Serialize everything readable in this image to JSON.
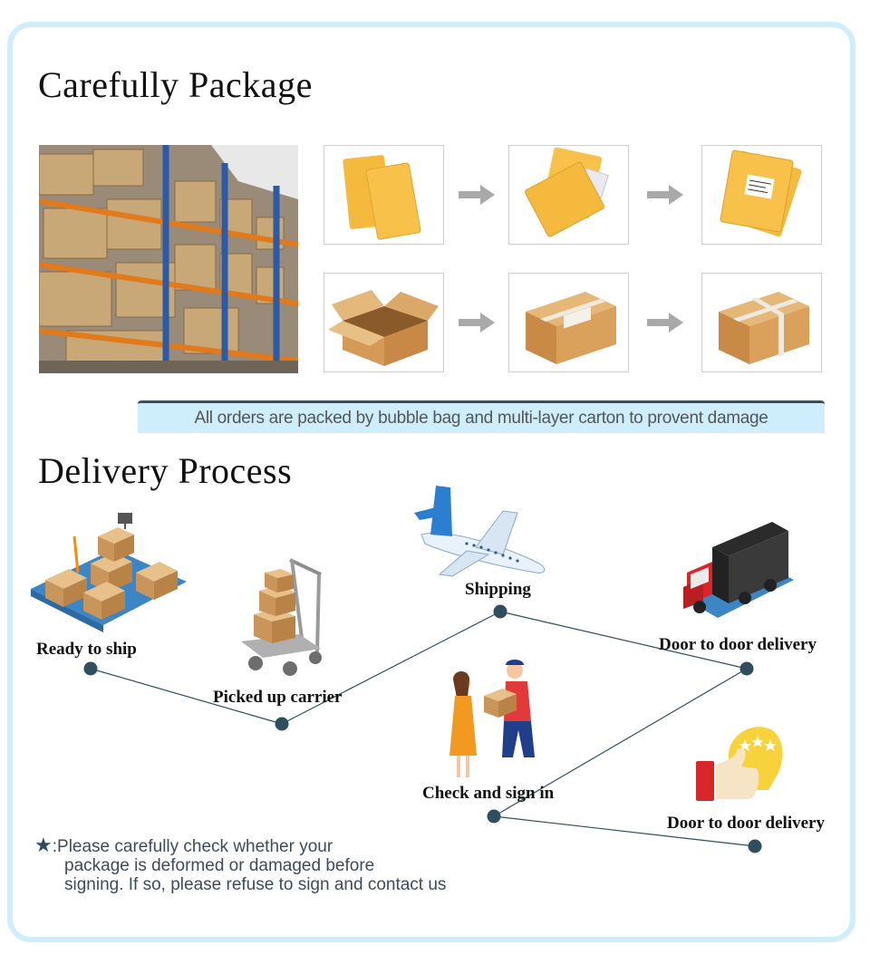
{
  "section1": {
    "title": "Carefully Package"
  },
  "banner": {
    "text": "All orders are packed by bubble bag and multi-layer carton to provent damage"
  },
  "section2": {
    "title": "Delivery Process"
  },
  "steps": {
    "ready": "Ready to ship",
    "picked": "Picked up carrier",
    "shipping": "Shipping",
    "door1": "Door to door delivery",
    "check": "Check and sign in",
    "door2": "Door to door delivery"
  },
  "note": {
    "star": "★",
    "colon": ":",
    "line1": "Please carefully check whether your",
    "line2": "package is deformed or damaged before",
    "line3": "signing. If so, please refuse to sign and contact us"
  },
  "colors": {
    "frame": "#cfeefc",
    "banner_bg": "#cfeefc",
    "banner_bar": "#3c4e5c",
    "node": "#2f4f5f",
    "arrow": "#a9a9a9"
  }
}
